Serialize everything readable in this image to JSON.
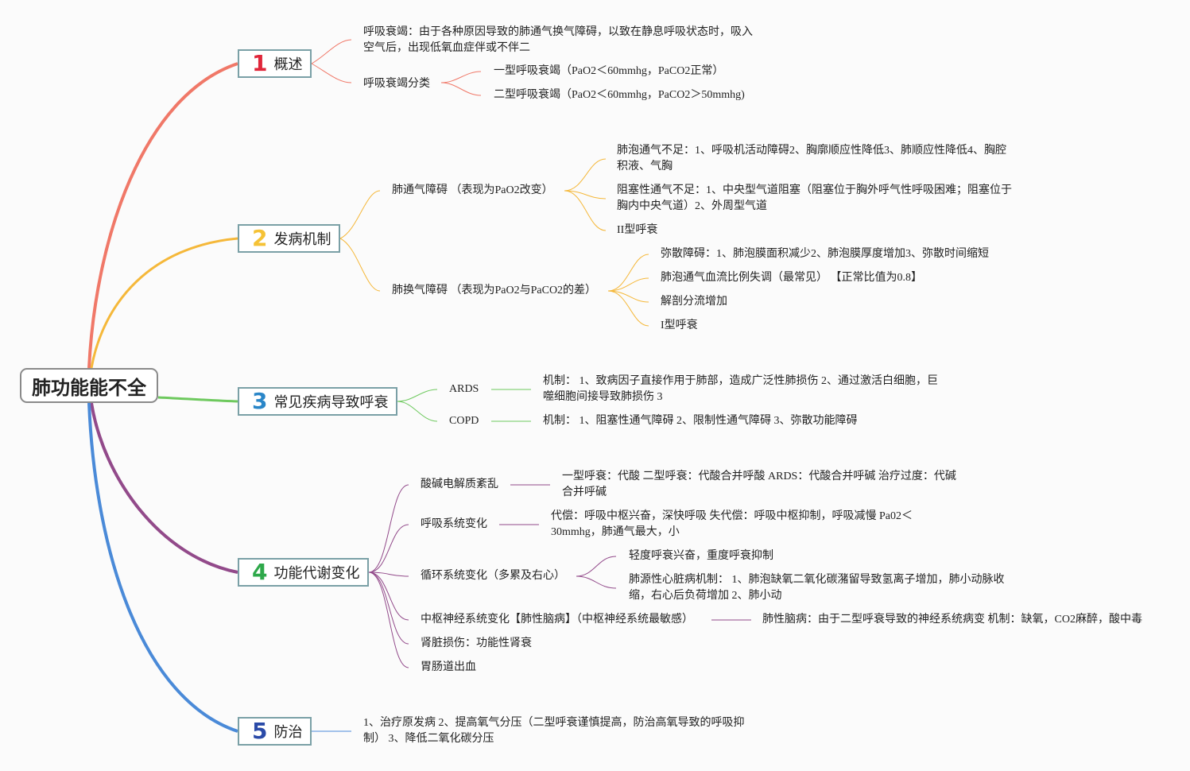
{
  "root": "肺功能能不全",
  "branches": {
    "b1": {
      "num": "1",
      "label": "概述",
      "color": "#f07868",
      "numColor": "#e0263a"
    },
    "b2": {
      "num": "2",
      "label": "发病机制",
      "color": "#f5b83a",
      "numColor": "#f5c236"
    },
    "b3": {
      "num": "3",
      "label": "常见疾病导致呼衰",
      "color": "#6ec95e",
      "numColor": "#2a86c8"
    },
    "b4": {
      "num": "4",
      "label": "功能代谢变化",
      "color": "#924a8a",
      "numColor": "#2ea84a"
    },
    "b5": {
      "num": "5",
      "label": "防治",
      "color": "#4a8ad8",
      "numColor": "#2a4aa8"
    }
  },
  "nodes": {
    "n1a": "呼吸衰竭：由于各种原因导致的肺通气换气障碍，以致在静息呼吸状态时，吸入空气后，出现低氧血症伴或不伴二",
    "n1b": "呼吸衰竭分类",
    "n1b1": "一型呼吸衰竭（PaO2＜60mmhg，PaCO2正常）",
    "n1b2": "二型呼吸衰竭（PaO2＜60mmhg，PaCO2＞50mmhg)",
    "n2a": "肺通气障碍 （表现为PaO2改变）",
    "n2a1": "肺泡通气不足：1、呼吸机活动障碍2、胸廓顺应性降低3、肺顺应性降低4、胸腔积液、气胸",
    "n2a2": "阻塞性通气不足：1、中央型气道阻塞（阻塞位于胸外呼气性呼吸困难；阻塞位于胸内中央气道）2、外周型气道",
    "n2a3": "II型呼衰",
    "n2b": "肺换气障碍 （表现为PaO2与PaCO2的差）",
    "n2b1": "弥散障碍：1、肺泡膜面积减少2、肺泡膜厚度增加3、弥散时间缩短",
    "n2b2": "肺泡通气血流比例失调（最常见） 【正常比值为0.8】",
    "n2b3": "解剖分流增加",
    "n2b4": "I型呼衰",
    "n3a": "ARDS",
    "n3a1": "机制： 1、致病因子直接作用于肺部，造成广泛性肺损伤 2、通过激活白细胞，巨噬细胞间接导致肺损伤 3",
    "n3b": "COPD",
    "n3b1": "机制： 1、阻塞性通气障碍 2、限制性通气障碍 3、弥散功能障碍",
    "n4a": "酸碱电解质紊乱",
    "n4a1": "一型呼衰：代酸 二型呼衰：代酸合并呼酸 ARDS：代酸合并呼碱 治疗过度：代碱合并呼碱",
    "n4b": "呼吸系统变化",
    "n4b1": "代偿：呼吸中枢兴奋，深快呼吸 失代偿：呼吸中枢抑制，呼吸减慢 Pa02＜30mmhg，肺通气最大，小",
    "n4c": "循环系统变化（多累及右心）",
    "n4c1": "轻度呼衰兴奋，重度呼衰抑制",
    "n4c2": "肺源性心脏病机制： 1、肺泡缺氧二氧化碳潴留导致氢离子增加，肺小动脉收缩，右心后负荷增加 2、肺小动",
    "n4d": "中枢神经系统变化【肺性脑病】（中枢神经系统最敏感）",
    "n4d1": "肺性脑病：由于二型呼衰导致的神经系统病变 机制：缺氧，CO2麻醉，酸中毒",
    "n4e": "肾脏损伤：功能性肾衰",
    "n4f": "胃肠道出血",
    "n5a": "1、治疗原发病 2、提高氧气分压（二型呼衰谨慎提高，防治高氧导致的呼吸抑制） 3、降低二氧化碳分压"
  }
}
